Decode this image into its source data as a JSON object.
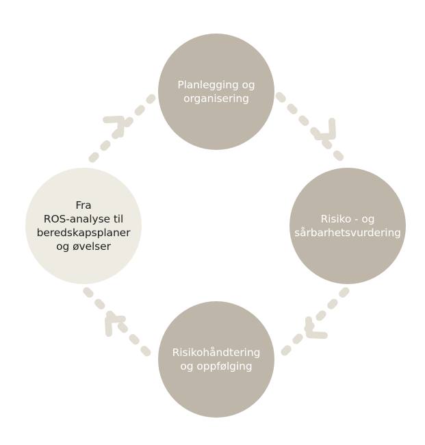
{
  "diagram": {
    "colors": {
      "node_fill": "#bfb6aa",
      "start_fill": "#eeebe2",
      "node_text": "#ffffff",
      "start_text": "#1e1e1e",
      "connector": "#e2ddd2"
    },
    "nodes": {
      "top": {
        "label": "Planlegging og\norganisering"
      },
      "right": {
        "label": "Risiko - og\nsårbarhetsvurdering"
      },
      "bottom": {
        "label": "Risikohåndtering\nog oppfølging"
      },
      "left": {
        "label": "Fra\nROS-analyse til\nberedskapsplaner\nog øvelser"
      }
    }
  }
}
